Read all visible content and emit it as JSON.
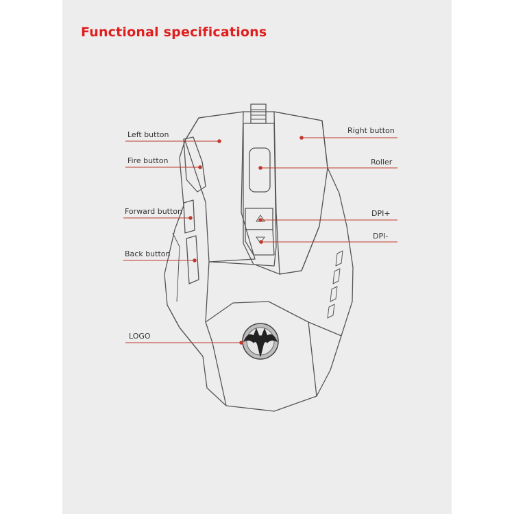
{
  "title": "Functional specifications",
  "callouts": {
    "left_button": "Left button",
    "fire_button": "Fire button",
    "forward_button": "Forward button",
    "back_button": "Back button",
    "logo": "LOGO",
    "right_button": "Right button",
    "roller": "Roller",
    "dpi_plus": "DPI+",
    "dpi_minus": "DPI-"
  },
  "colors": {
    "accent": "#e01e1e",
    "leader_line": "#c0392b",
    "outline": "#555555",
    "panel": "#ededed"
  },
  "icons": {
    "logo": "bat-emblem-icon",
    "dpi_up": "triangle-up-icon",
    "dpi_down": "triangle-down-icon"
  }
}
